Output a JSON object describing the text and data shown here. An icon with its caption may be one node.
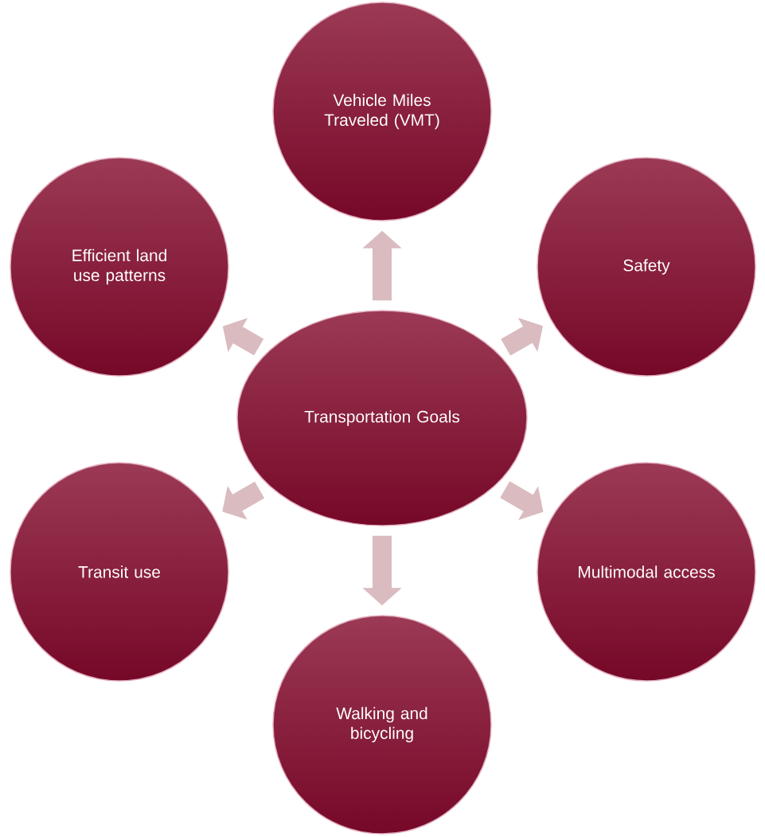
{
  "diagram": {
    "nodes": [
      {
        "text": [
          "Transportation Goals"
        ]
      },
      {
        "text": [
          "Vehicle Miles Traveled (VMT)"
        ]
      },
      {
        "text": [
          "Safety"
        ]
      },
      {
        "text": [
          "Multimodal access"
        ]
      },
      {
        "text": [
          "Walking and bicycling"
        ]
      },
      {
        "text": [
          "Transit use"
        ]
      },
      {
        "text": [
          "Efficient land use patterns"
        ]
      }
    ],
    "edges": [
      {
        "from": 0,
        "to": 1,
        "arrow": "to"
      },
      {
        "from": 0,
        "to": 2,
        "arrow": "to"
      },
      {
        "from": 0,
        "to": 3,
        "arrow": "to"
      },
      {
        "from": 0,
        "to": 4,
        "arrow": "to"
      },
      {
        "from": 0,
        "to": 5,
        "arrow": "to"
      },
      {
        "from": 0,
        "to": 6,
        "arrow": "to"
      }
    ]
  }
}
